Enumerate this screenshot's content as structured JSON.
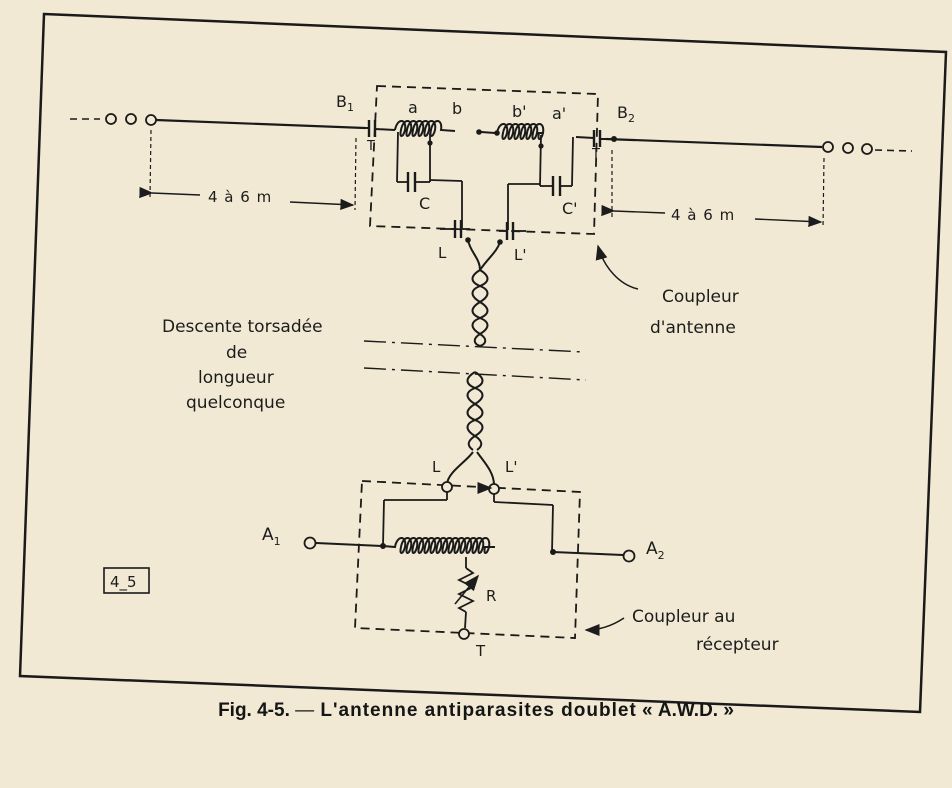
{
  "labels": {
    "b1": "B",
    "b1_sub": "1",
    "b2": "B",
    "b2_sub": "2",
    "a": "a",
    "b": "b",
    "b_prime": "b'",
    "a_prime": "a'",
    "c": "C",
    "c_prime": "C'",
    "l_top": "L",
    "l_prime_top": "L'",
    "l_bottom": "L",
    "l_prime_bottom": "L'",
    "a1": "A",
    "a1_sub": "1",
    "a2": "A",
    "a2_sub": "2",
    "r": "R",
    "t": "T",
    "dist_left": "4 à 6  m",
    "dist_right": "4 à 6  m",
    "coupler_antenna_1": "Coupleur",
    "coupler_antenna_2": "d'antenne",
    "descent_1": "Descente torsadée",
    "descent_2": "de",
    "descent_3": "longueur",
    "descent_4": "quelconque",
    "coupler_receiver_1": "Coupleur  au",
    "coupler_receiver_2": "récepteur",
    "figure_id": "4_5"
  },
  "caption": {
    "fig": "Fig. 4-5.",
    "dash": "—",
    "text": "L'antenne antiparasites doublet",
    "open_quote": "«",
    "name": "A.W.D.",
    "close_quote": "»"
  }
}
